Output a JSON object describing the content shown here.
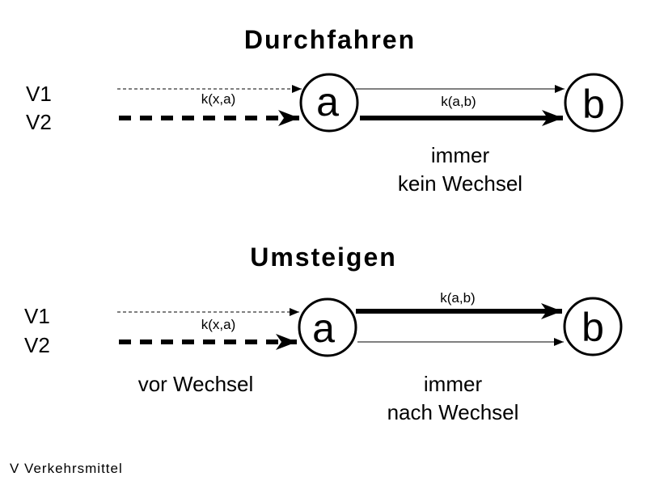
{
  "colors": {
    "ink": "#000000",
    "background": "#ffffff"
  },
  "top": {
    "title": "Durchfahren",
    "vehicles": [
      "V1",
      "V2"
    ],
    "edge_in_label": "k(x,a)",
    "edge_ab_label": "k(a,b)",
    "node_a": "a",
    "node_b": "b",
    "note_line1": "immer",
    "note_line2": "kein Wechsel"
  },
  "bottom": {
    "title": "Umsteigen",
    "vehicles": [
      "V1",
      "V2"
    ],
    "edge_in_label": "k(x,a)",
    "edge_ab_label": "k(a,b)",
    "node_a": "a",
    "node_b": "b",
    "note_left": "vor Wechsel",
    "note_line1": "immer",
    "note_line2": "nach Wechsel"
  },
  "footer": "V Verkehrsmittel"
}
